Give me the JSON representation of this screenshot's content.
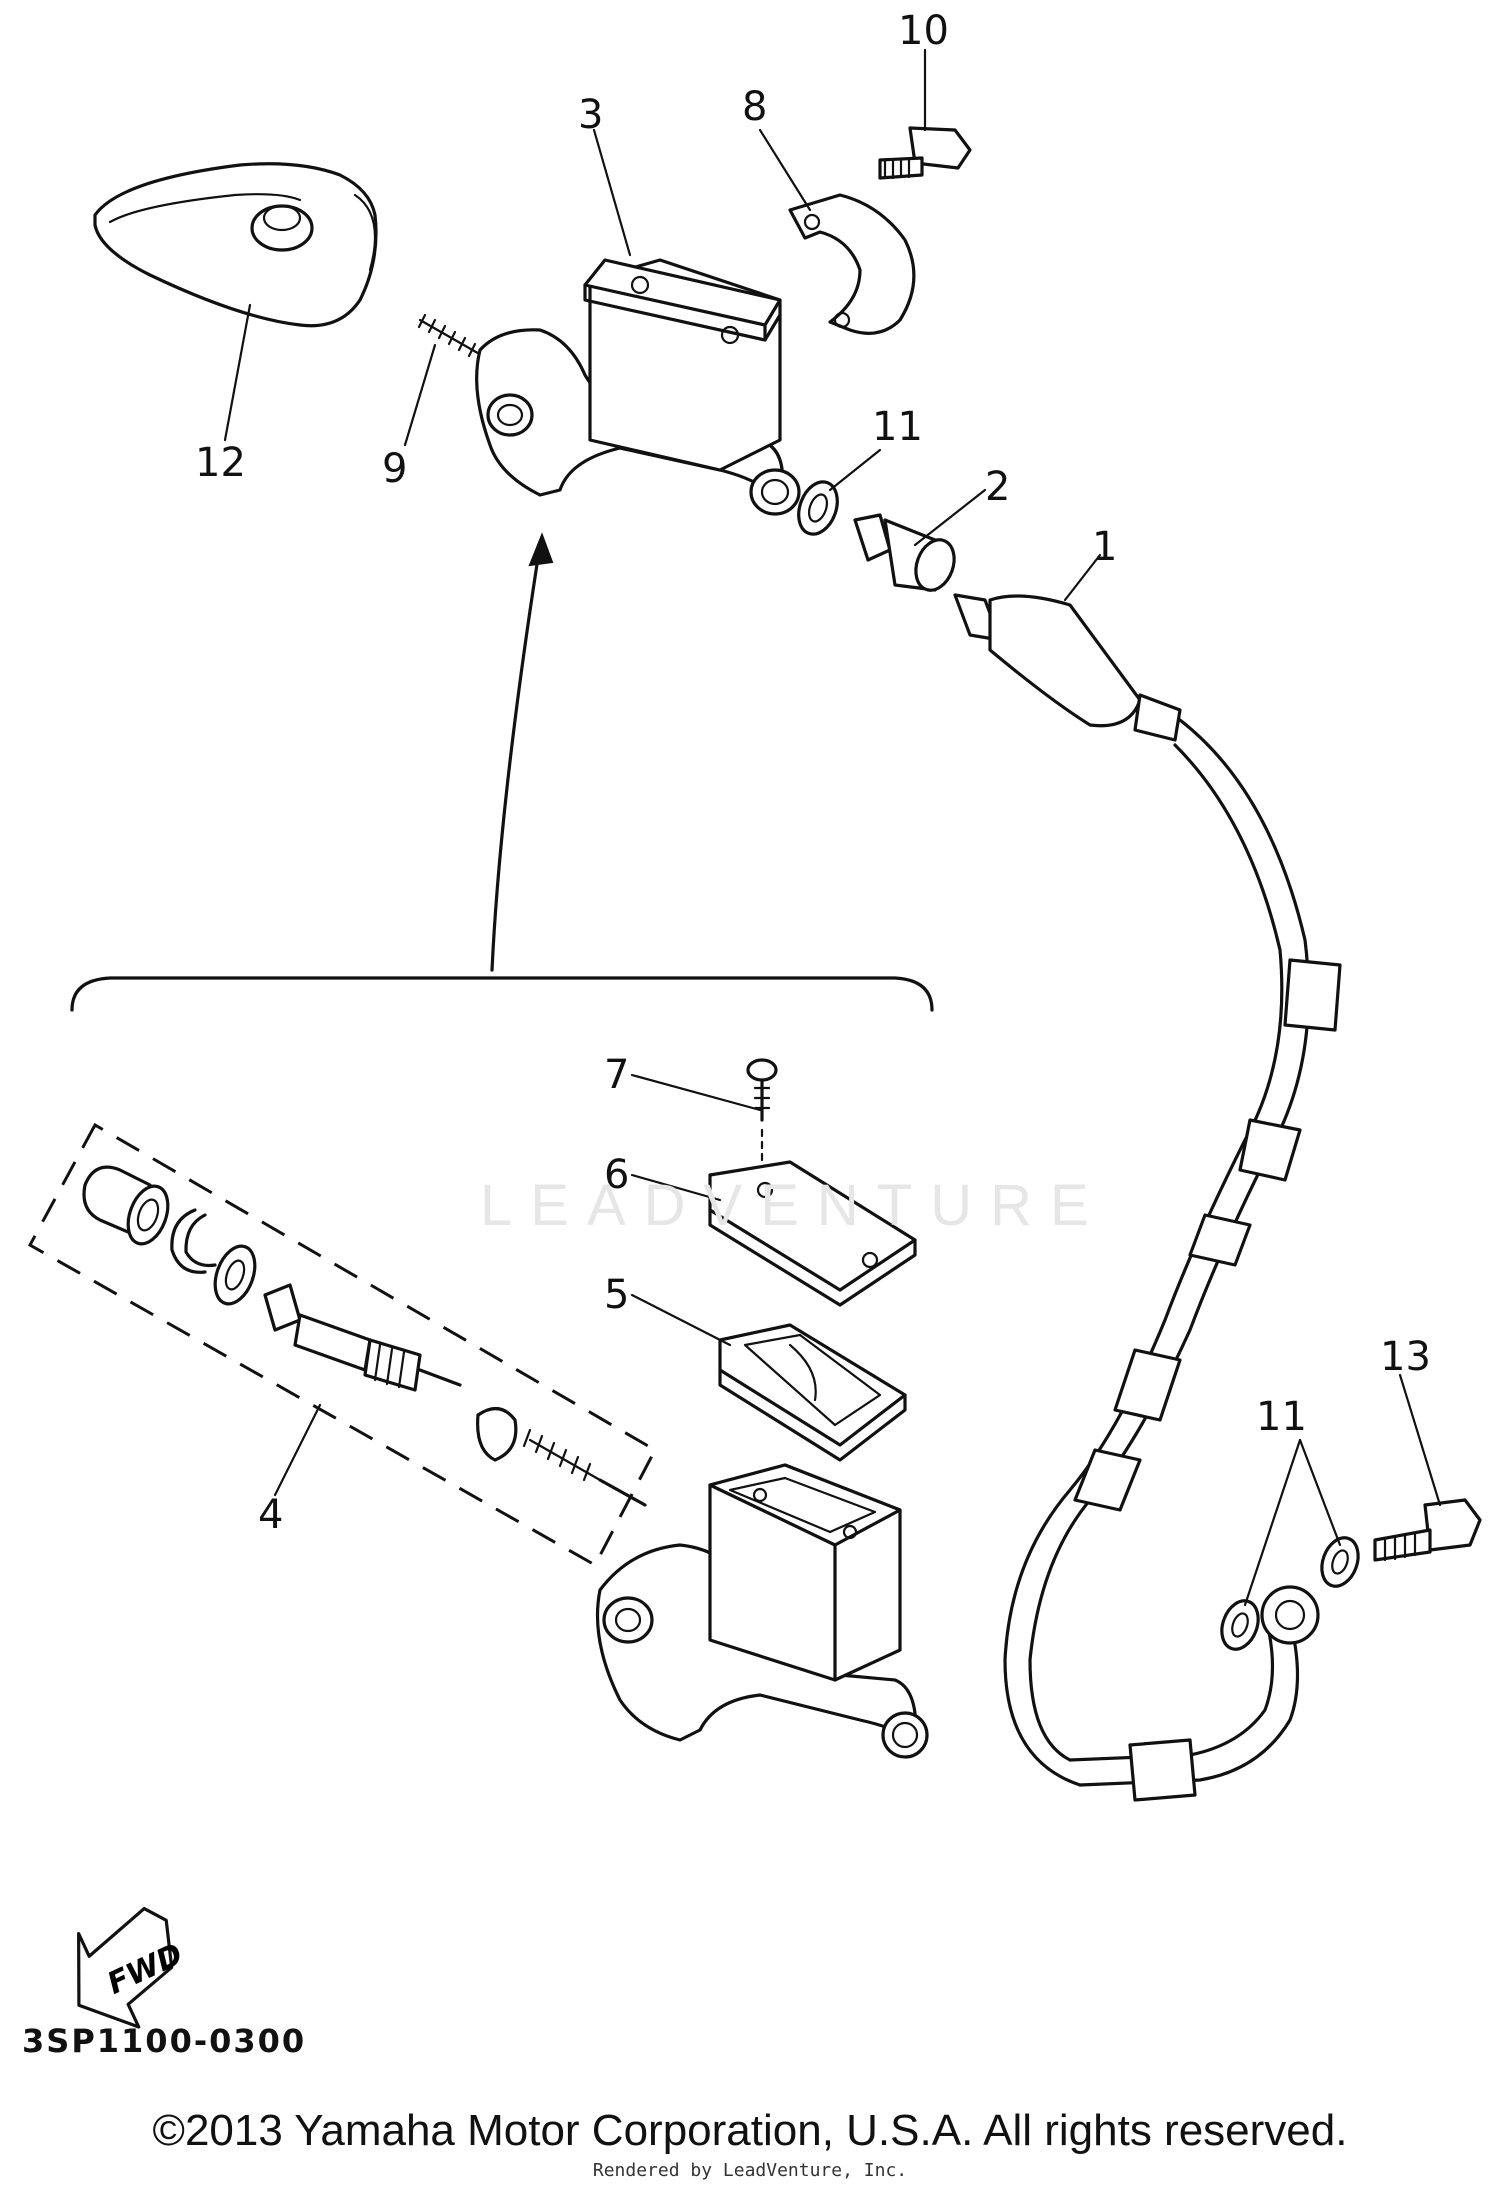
{
  "diagram": {
    "callouts": [
      "1",
      "2",
      "3",
      "4",
      "5",
      "6",
      "7",
      "8",
      "9",
      "10",
      "11",
      "11",
      "12",
      "13"
    ],
    "fwd_label": "FWD",
    "part_code": "3SP1100-0300",
    "watermark": "LEADVENTURE",
    "copyright": "©2013 Yamaha Motor Corporation, U.S.A. All rights reserved.",
    "rendered_by": "Rendered by LeadVenture, Inc."
  }
}
